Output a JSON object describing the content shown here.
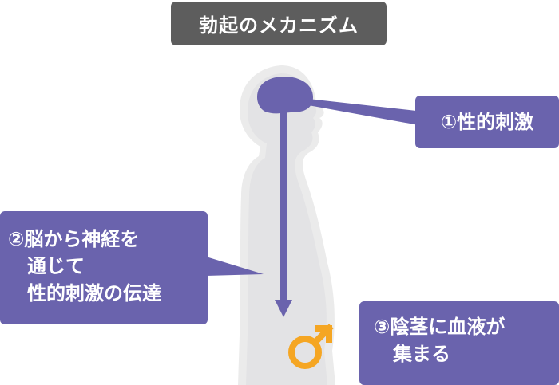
{
  "title": "勃起のメカニズム",
  "steps": [
    {
      "lines": [
        "①性的刺激"
      ]
    },
    {
      "lines": [
        "②脳から神経を",
        "通じて",
        "性的刺激の伝達"
      ]
    },
    {
      "lines": [
        "③陰茎に血液が",
        "集まる"
      ]
    }
  ],
  "icons": {
    "brain": "brain-icon",
    "male": "male-symbol-icon"
  },
  "colors": {
    "title_bg": "#5d5d5d",
    "box": "#6a63ad",
    "brain": "#6a63ad",
    "arrow": "#6a63ad",
    "silhouette_outer": "#ebebeb",
    "silhouette_inner": "#e3e3e5",
    "male_symbol": "#f5a623"
  }
}
